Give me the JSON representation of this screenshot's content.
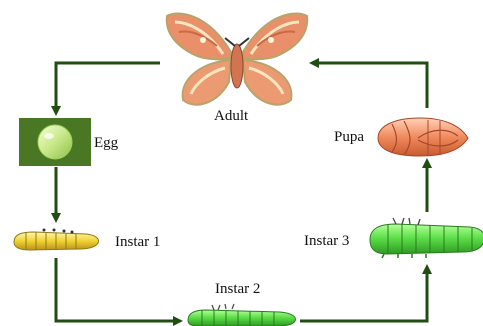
{
  "diagram": {
    "stages": {
      "adult": "Adult",
      "egg": "Egg",
      "instar1": "Instar 1",
      "instar2": "Instar 2",
      "instar3": "Instar 3",
      "pupa": "Pupa"
    },
    "colors": {
      "arrow": "#1f4d12",
      "caterpillar_yellow": "#f2d230",
      "caterpillar_green": "#5fe04a",
      "pupa": "#f08a5d",
      "moth": "#e9906a",
      "egg": "#c9e88a",
      "egg_background": "#3f6b1f"
    },
    "icons": [
      "moth-icon",
      "egg-icon",
      "caterpillar-icon",
      "pupa-icon"
    ]
  }
}
